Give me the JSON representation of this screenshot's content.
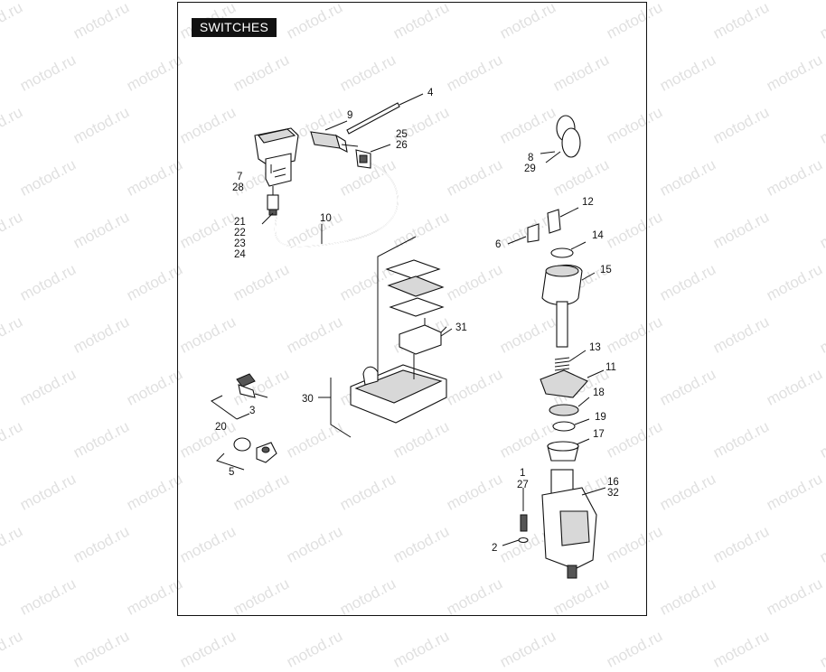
{
  "title": "SWITCHES",
  "watermark": "motod.ru",
  "callouts": {
    "c1": "1",
    "c2": "2",
    "c3": "3",
    "c4": "4",
    "c5": "5",
    "c6": "6",
    "c7": "7",
    "c8": "8",
    "c9": "9",
    "c10": "10",
    "c11": "11",
    "c12": "12",
    "c13": "13",
    "c14": "14",
    "c15": "15",
    "c16": "16",
    "c17": "17",
    "c18": "18",
    "c19": "19",
    "c20": "20",
    "c21": "21",
    "c22": "22",
    "c23": "23",
    "c24": "24",
    "c25": "25",
    "c26": "26",
    "c27": "27",
    "c28": "28",
    "c29": "29",
    "c30": "30",
    "c31": "31",
    "c32": "32"
  }
}
